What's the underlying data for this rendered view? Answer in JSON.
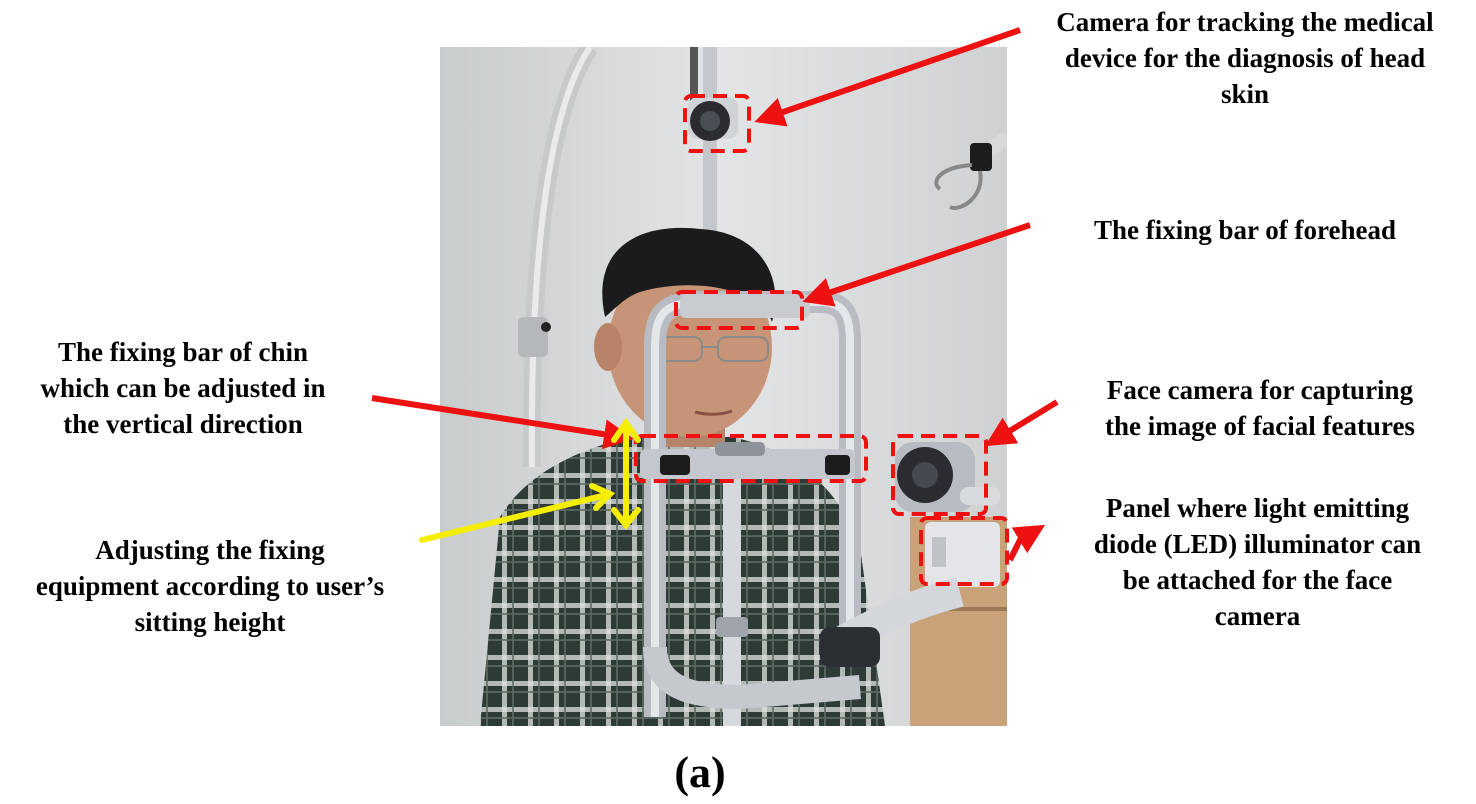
{
  "labels": {
    "tracking_camera": "Camera for tracking the  medical\ndevice for the  diagnosis of head\nskin",
    "forehead_bar": "The fixing bar  of forehead",
    "chin_bar": "The fixing bar  of chin\nwhich can be adjusted  in\nthe vertical direction",
    "face_camera": "Face camera for capturing\nthe image of facial features",
    "adjusting": "Adjusting the  fixing\nequipment according to user’s\nsitting height",
    "led_panel": "Panel where light emitting\ndiode (LED) illuminator can\nbe attached for the  face\ncamera"
  },
  "caption": "(a)",
  "colors": {
    "callout_red": "#ee1111",
    "callout_yellow": "#f5ee00",
    "wall": "#dcdedf",
    "shirt": "#2e3a36",
    "hair": "#1b1b1d",
    "skin": "#c79477",
    "metal": "#cfd3d8",
    "frame": "#b8bcc2"
  },
  "photo_content": {
    "subject": "man seated in head-fixing apparatus",
    "icons": [
      "ceiling-camera-icon",
      "face-camera-icon",
      "gripper-arm-icon"
    ]
  }
}
